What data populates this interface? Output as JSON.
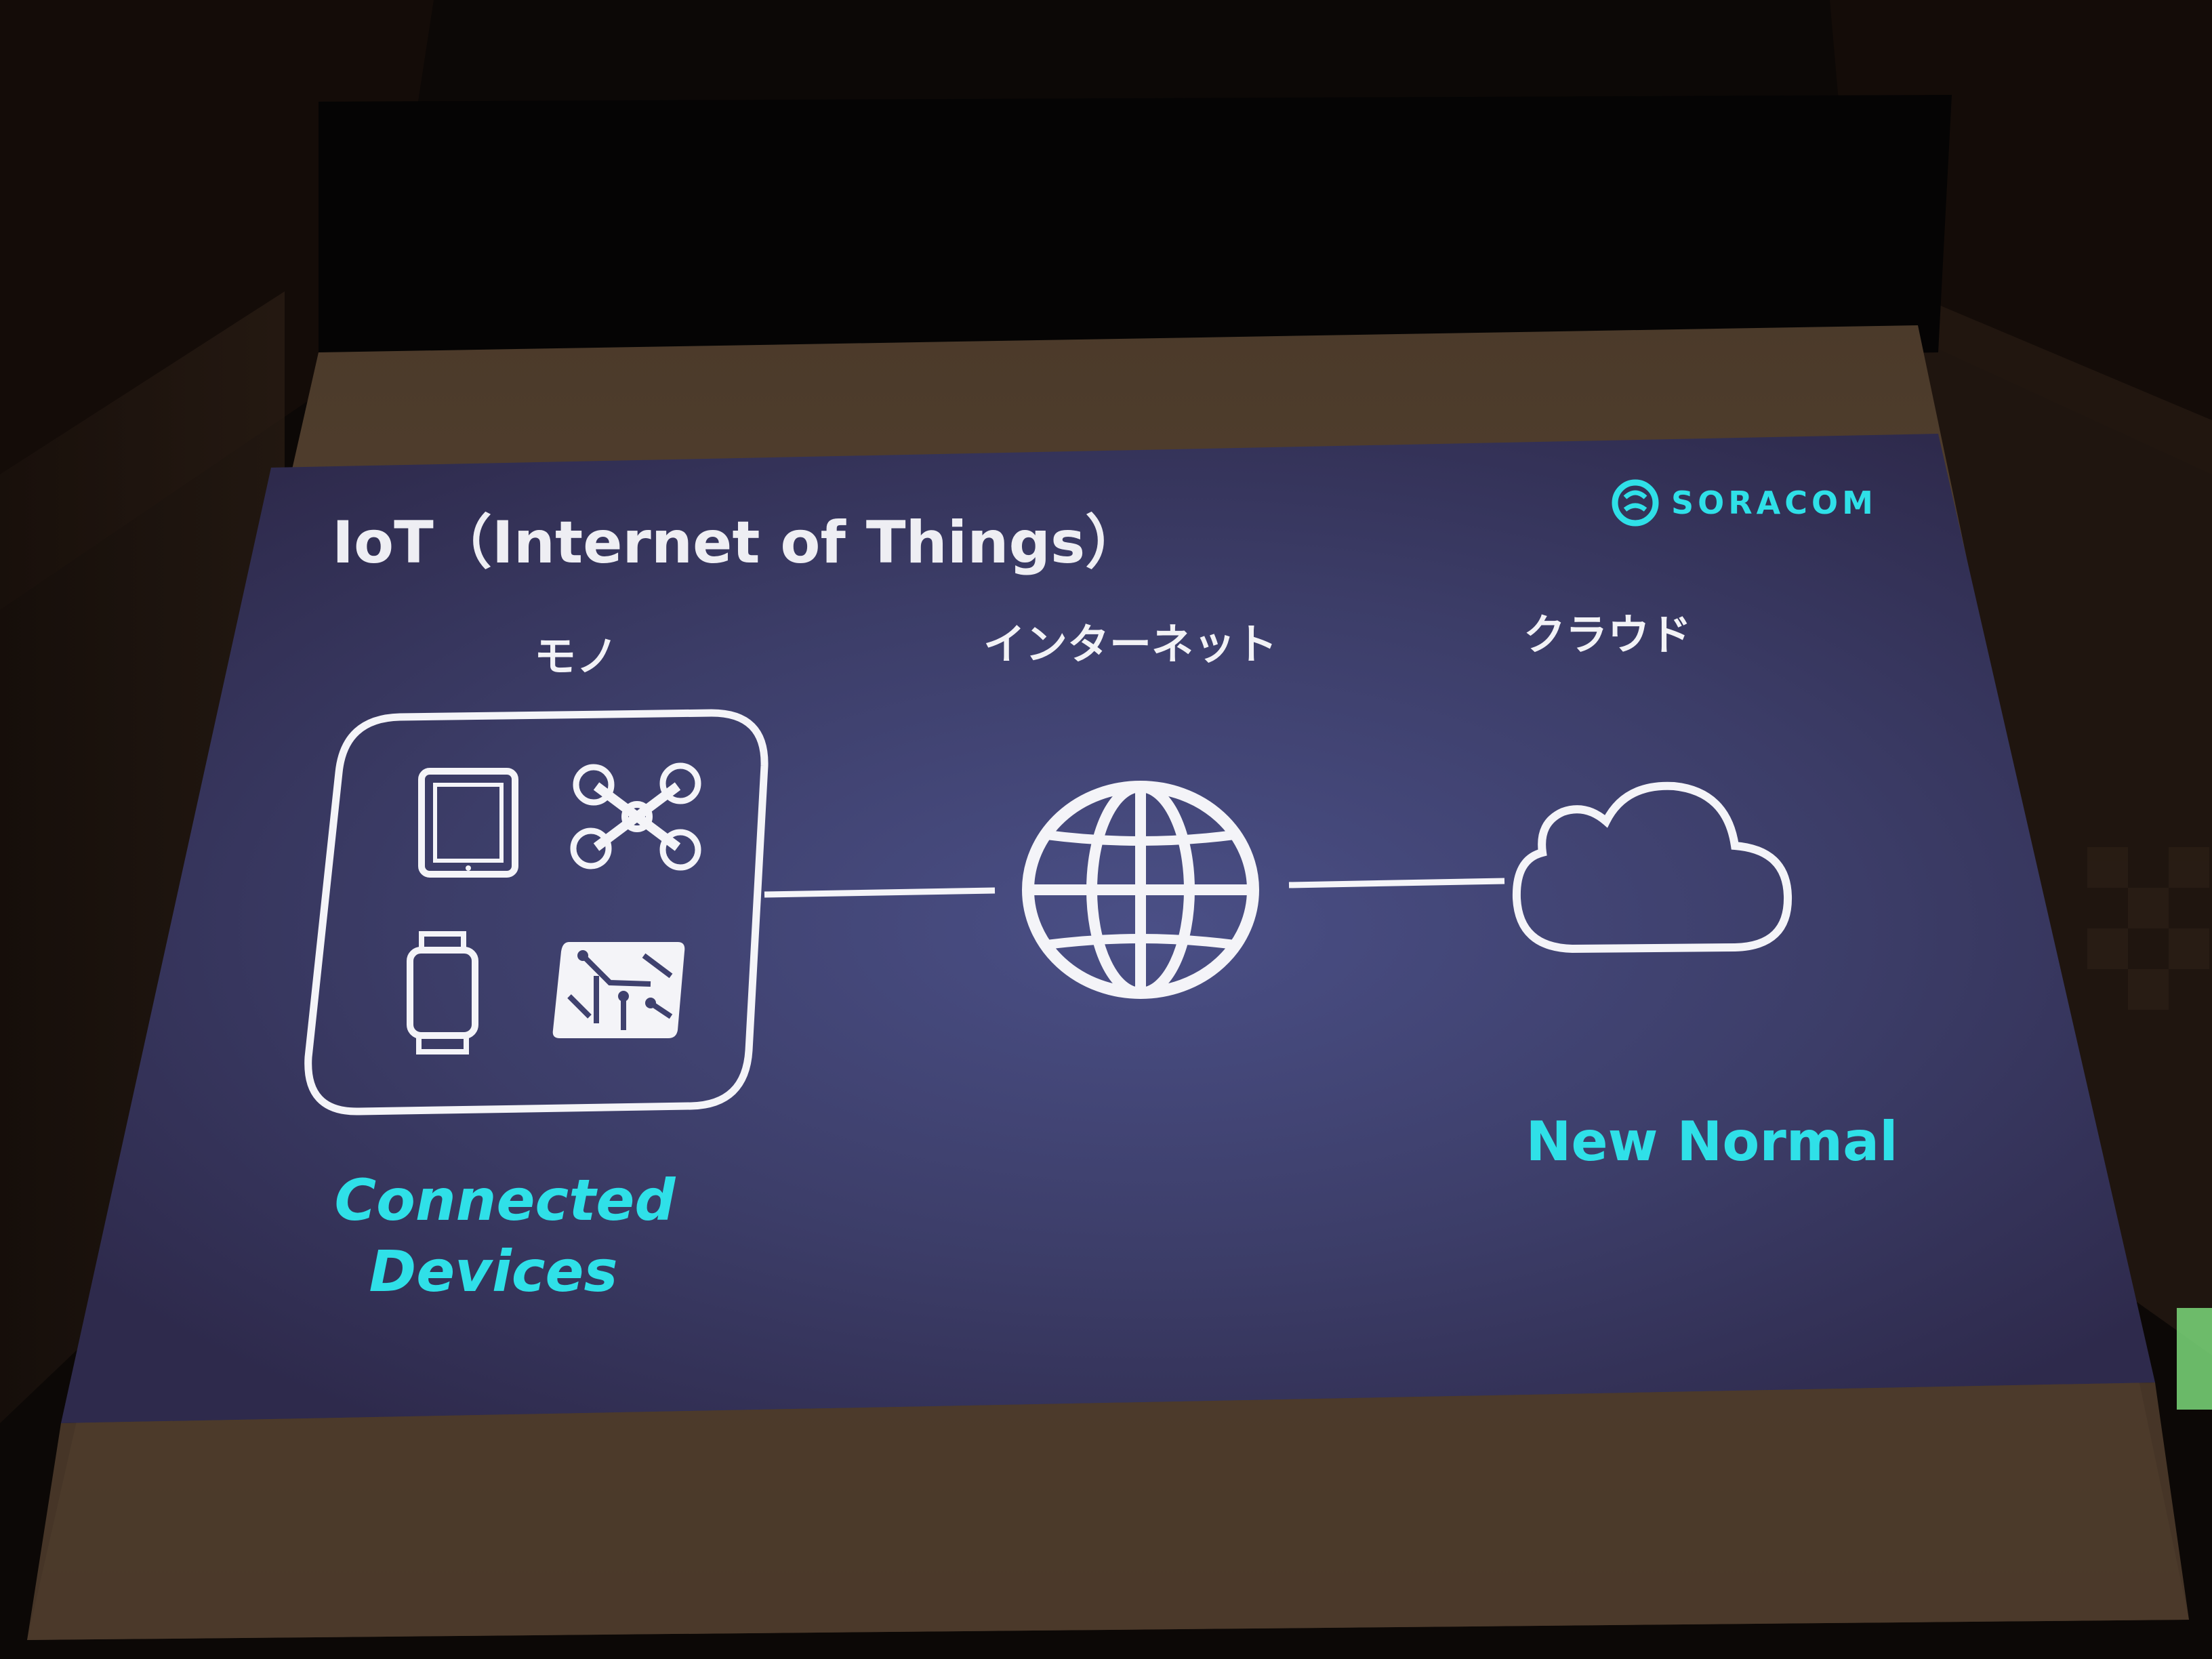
{
  "slide": {
    "title": "IoT（Internet of Things）",
    "logo_text": "SORACOM",
    "columns": [
      {
        "heading": "モノ",
        "caption_lines": [
          "Connected",
          "Devices"
        ]
      },
      {
        "heading": "インターネット",
        "caption_lines": []
      },
      {
        "heading": "クラウド",
        "caption_lines": [
          "New Normal"
        ]
      }
    ],
    "device_icons": [
      "tablet-icon",
      "drone-icon",
      "smartwatch-icon",
      "circuit-chip-icon"
    ],
    "center_icon": "globe-icon",
    "right_icon": "cloud-icon"
  },
  "colors": {
    "slide_bg": "#3f416e",
    "text_white": "#f2f2f6",
    "accent_cyan": "#2fe0e8",
    "room_dark": "#0c0806",
    "screen_border": "#4a3b2c"
  }
}
